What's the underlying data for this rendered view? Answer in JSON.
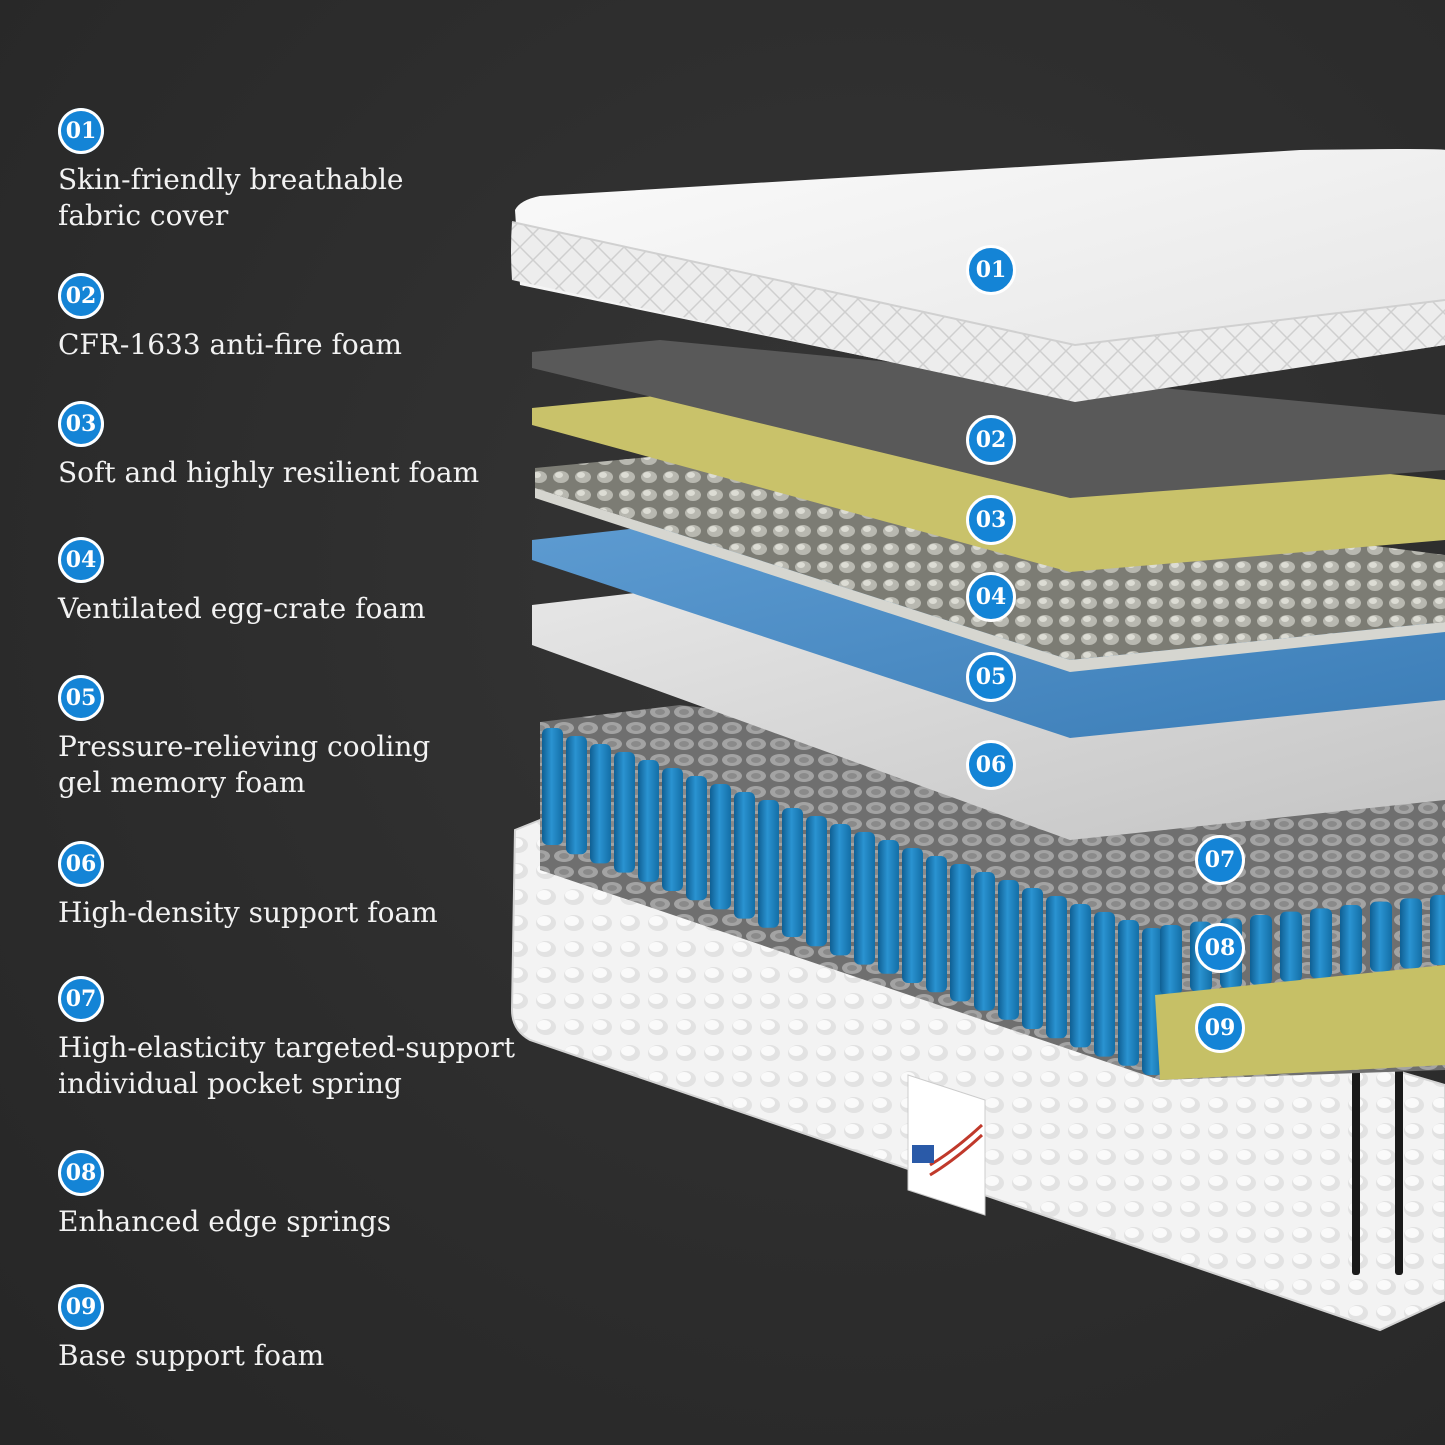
{
  "layers": [
    {
      "num": "01",
      "label": "Skin-friendly breathable\nfabric cover"
    },
    {
      "num": "02",
      "label": "CFR-1633 anti-fire foam"
    },
    {
      "num": "03",
      "label": "Soft and highly resilient foam"
    },
    {
      "num": "04",
      "label": "Ventilated egg-crate foam"
    },
    {
      "num": "05",
      "label": "Pressure-relieving cooling\ngel memory foam"
    },
    {
      "num": "06",
      "label": "High-density support foam"
    },
    {
      "num": "07",
      "label": "High-elasticity targeted-support\nindividual pocket spring"
    },
    {
      "num": "08",
      "label": "Enhanced edge springs"
    },
    {
      "num": "09",
      "label": "Base support foam"
    }
  ],
  "colors": {
    "background": "#2e2e2e",
    "badge": "#1484d6",
    "fabric": "#f4f4f4",
    "fire_foam": "#5a5a5a",
    "resilient_foam": "#c9c26a",
    "egg_crate": "#8c8c84",
    "gel_memory_foam": "#4f8fc9",
    "support_foam": "#d8d8d8",
    "springs": "#1d80bf",
    "base_foam": "#c6c066"
  }
}
